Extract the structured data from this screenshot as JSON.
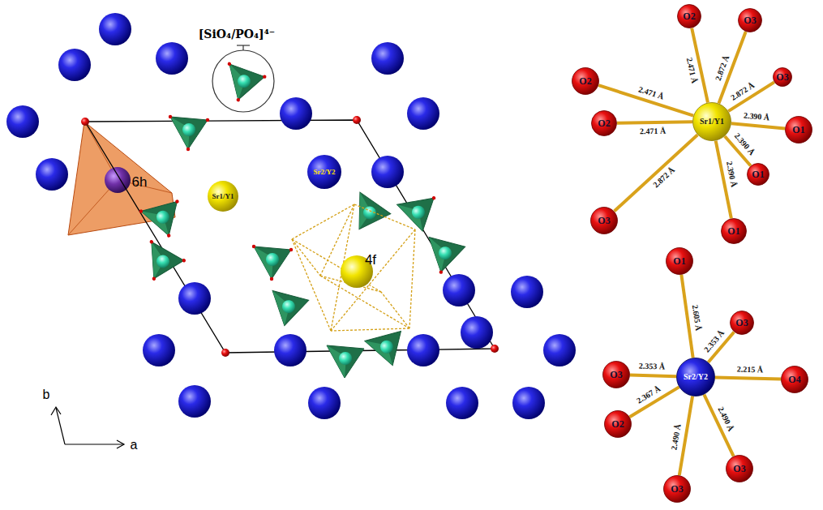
{
  "diagram": {
    "nodes": [
      {
        "text": [
          "O2"
        ]
      },
      {
        "text": [
          "O3"
        ]
      },
      {
        "text": [
          "O2"
        ]
      },
      {
        "text": [
          "O3"
        ]
      },
      {
        "text": [
          "Sr1/Y1"
        ]
      },
      {
        "text": [
          "O2"
        ]
      },
      {
        "text": [
          "O1"
        ]
      },
      {
        "text": [
          "O1"
        ]
      },
      {
        "text": [
          "O3"
        ]
      },
      {
        "text": [
          "O1"
        ]
      },
      {
        "text": [
          "O1"
        ]
      },
      {
        "text": [
          "O3"
        ]
      },
      {
        "text": [
          "O3"
        ]
      },
      {
        "text": [
          "Sr2/Y2"
        ]
      },
      {
        "text": [
          "O4"
        ]
      },
      {
        "text": [
          "O2"
        ]
      },
      {
        "text": [
          "O3"
        ]
      },
      {
        "text": [
          "O3"
        ]
      }
    ],
    "edges": [
      {
        "from": 4,
        "to": 0,
        "arrow": "none",
        "label": "2.471 Å"
      },
      {
        "from": 4,
        "to": 1,
        "arrow": "none",
        "label": "2.872 Å"
      },
      {
        "from": 4,
        "to": 2,
        "arrow": "none",
        "label": "2.471 Å"
      },
      {
        "from": 4,
        "to": 3,
        "arrow": "none",
        "label": "2.872 Å"
      },
      {
        "from": 4,
        "to": 5,
        "arrow": "none",
        "label": "2.471 Å"
      },
      {
        "from": 4,
        "to": 6,
        "arrow": "none",
        "label": "2.390 Å"
      },
      {
        "from": 4,
        "to": 7,
        "arrow": "none",
        "label": "2.390 Å"
      },
      {
        "from": 4,
        "to": 8,
        "arrow": "none",
        "label": "2.872 Å"
      },
      {
        "from": 4,
        "to": 9,
        "arrow": "none",
        "label": "2.390 Å"
      },
      {
        "from": 13,
        "to": 10,
        "arrow": "none",
        "label": "2.605 Å"
      },
      {
        "from": 13,
        "to": 11,
        "arrow": "none",
        "label": "2.353 Å"
      },
      {
        "from": 13,
        "to": 12,
        "arrow": "none",
        "label": "2.353 Å"
      },
      {
        "from": 13,
        "to": 14,
        "arrow": "none",
        "label": "2.215 Å"
      },
      {
        "from": 13,
        "to": 15,
        "arrow": "none",
        "label": "2.367 Å"
      },
      {
        "from": 13,
        "to": 16,
        "arrow": "none",
        "label": "2.490 Å"
      },
      {
        "from": 13,
        "to": 17,
        "arrow": "none",
        "label": "2.490 Å"
      }
    ],
    "labels": [
      "[SiO₄/PO₄]⁴⁻",
      "6h",
      "Sr1/Y1",
      "Sr2/Y2",
      "4f",
      "b",
      "a"
    ]
  }
}
